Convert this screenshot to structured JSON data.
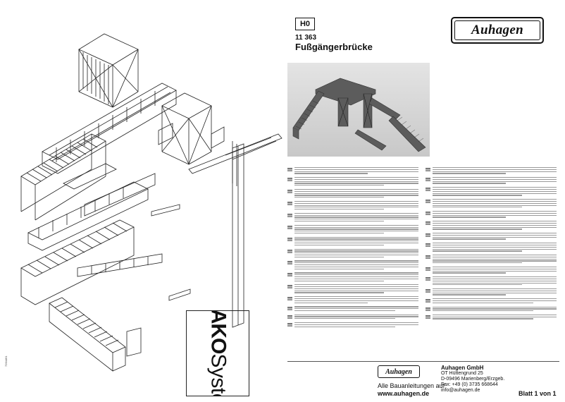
{
  "product": {
    "scale": "H0",
    "article_number": "11 363",
    "title": "Fußgängerbrücke",
    "brand": "Auhagen"
  },
  "stako": {
    "line1": "STAKO",
    "line2": "System"
  },
  "vertical_code": "7264461",
  "footer": {
    "company_name": "Auhagen GmbH",
    "address_lines": [
      "OT Hüttengrund 25",
      "D-09496 Marienberg/Erzgeb.",
      "Fax: +49 (0) 3735 668644",
      "info@auhagen.de"
    ],
    "note_line1": "Alle Bauanleitungen auf",
    "note_line2": "www.auhagen.de",
    "sheet": "Blatt 1 von 1"
  },
  "colors": {
    "ink": "#111111",
    "photo_bg": "#d4d4d4",
    "model_grey": "#5c5c5c"
  }
}
